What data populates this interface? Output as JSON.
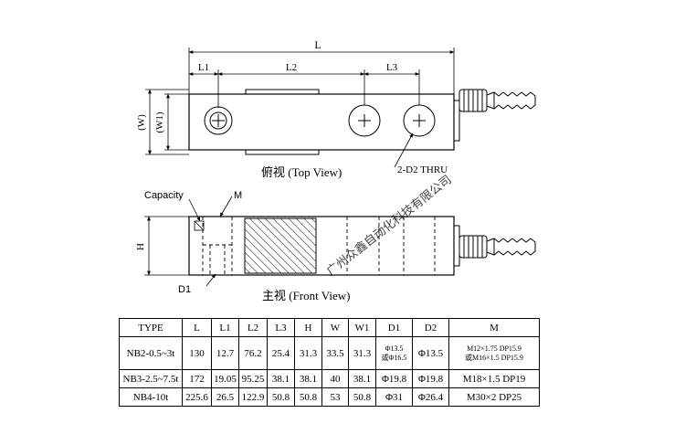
{
  "top_view": {
    "dim_L": "L",
    "dim_L1": "L1",
    "dim_L2": "L2",
    "dim_L3": "L3",
    "dim_W": "(W)",
    "dim_W1": "(W1)",
    "hole_note": "2-D2  THRU",
    "caption": "俯视 (Top View)"
  },
  "front_view": {
    "capacity_label": "Capacity",
    "m_label": "M",
    "dim_H": "H",
    "d1_label": "D1",
    "caption": "主视 (Front View)"
  },
  "watermark": "广州众鑫自动化科技有限公司",
  "spec_table": {
    "headers": [
      "TYPE",
      "L",
      "L1",
      "L2",
      "L3",
      "H",
      "W",
      "W1",
      "D1",
      "D2",
      "M"
    ],
    "rows": [
      {
        "type": "NB2-0.5~3t",
        "L": "130",
        "L1": "12.7",
        "L2": "76.2",
        "L3": "25.4",
        "H": "31.3",
        "W": "33.5",
        "W1": "31.3",
        "D1_line1": "Φ13.5",
        "D1_line2": "或Φ16.5",
        "D2": "Φ13.5",
        "M_line1": "M12×1.75 DP15.9",
        "M_line2": "或M16×1.5 DP15.9"
      },
      {
        "type": "NB3-2.5~7.5t",
        "L": "172",
        "L1": "19.05",
        "L2": "95.25",
        "L3": "38.1",
        "H": "38.1",
        "W": "40",
        "W1": "38.1",
        "D1": "Φ19.8",
        "D2": "Φ19.8",
        "M": "M18×1.5 DP19"
      },
      {
        "type": "NB4-10t",
        "L": "225.6",
        "L1": "26.5",
        "L2": "122.9",
        "L3": "50.8",
        "H": "50.8",
        "W": "53",
        "W1": "50.8",
        "D1": "Φ31",
        "D2": "Φ26.4",
        "M": "M30×2 DP25"
      }
    ]
  }
}
